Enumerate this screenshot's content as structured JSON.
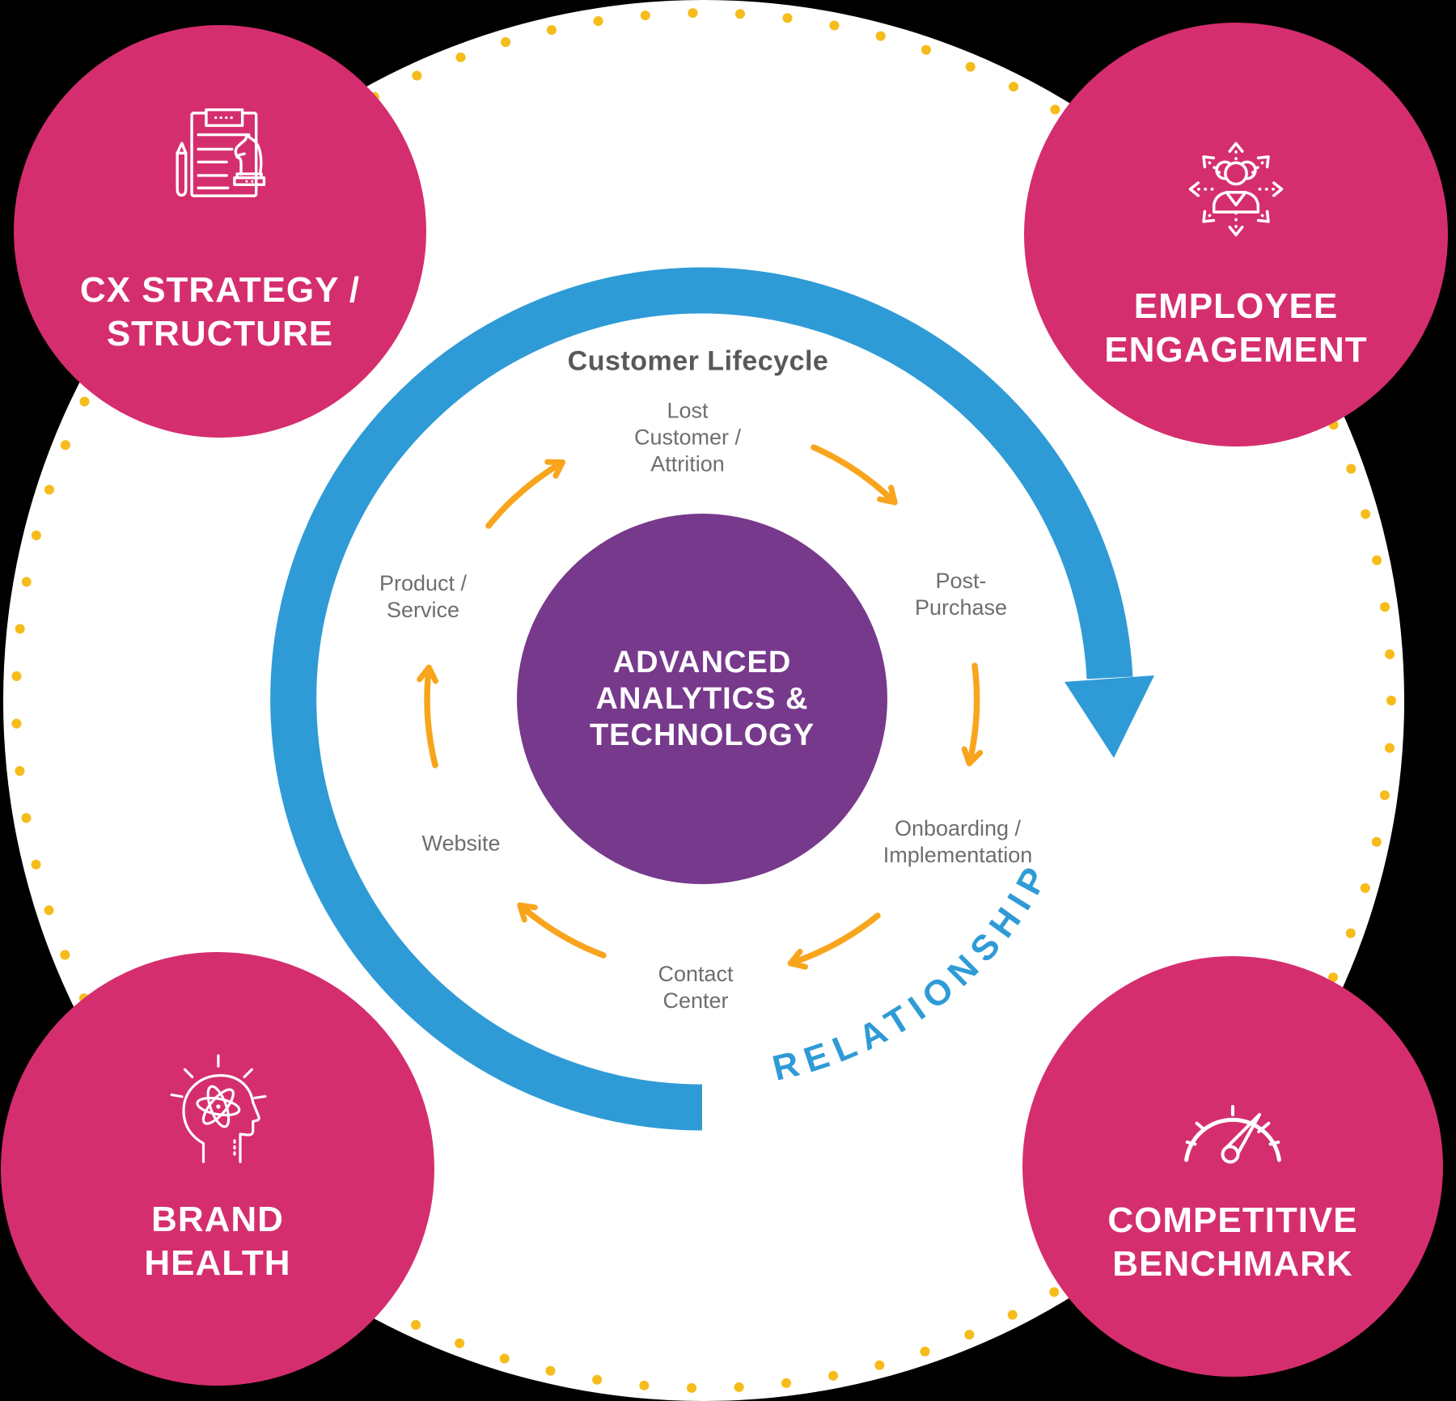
{
  "colors": {
    "pink": "#D52E6F",
    "purple": "#77398C",
    "blue": "#2F9BD6",
    "orange_arrow": "#F8A51D",
    "yellow_dot": "#F6BC1B",
    "label_gray": "#6D6E71",
    "title_gray": "#58595B",
    "white": "#FFFFFF"
  },
  "corner_circles": {
    "top_left": {
      "title": "CX STRATEGY /\nSTRUCTURE",
      "icon": "strategy-clipboard-knight-icon"
    },
    "top_right": {
      "title": "EMPLOYEE\nENGAGEMENT",
      "icon": "employee-network-icon"
    },
    "bottom_left": {
      "title": "BRAND\nHEALTH",
      "icon": "mind-atom-icon"
    },
    "bottom_right": {
      "title": "COMPETITIVE\nBENCHMARK",
      "icon": "benchmark-gauge-icon"
    }
  },
  "center_circle": {
    "title": "ADVANCED\nANALYTICS &\nTECHNOLOGY"
  },
  "lifecycle": {
    "title": "Customer Lifecycle",
    "stages": [
      {
        "label": "Lost\nCustomer /\nAttrition"
      },
      {
        "label": "Post-\nPurchase"
      },
      {
        "label": "Onboarding /\nImplementation"
      },
      {
        "label": "Contact\nCenter"
      },
      {
        "label": "Website"
      },
      {
        "label": "Product /\nService"
      }
    ],
    "relationship_label": "RELATIONSHIP"
  }
}
